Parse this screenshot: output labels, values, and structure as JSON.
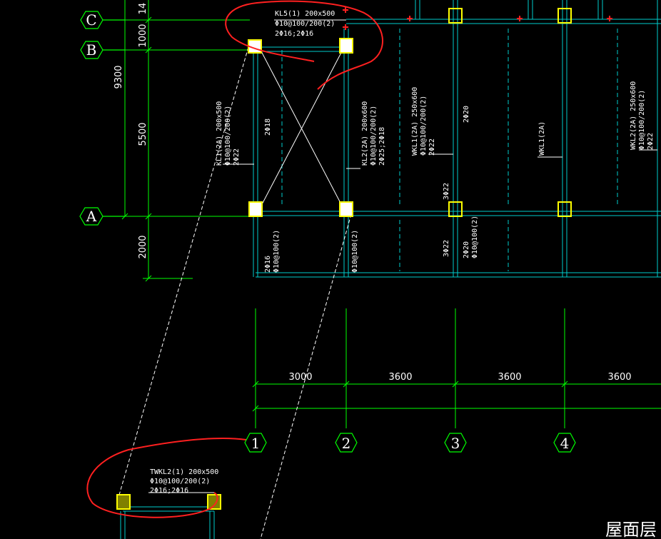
{
  "colors": {
    "background": "#000000",
    "grid": "#00ff00",
    "beam": "#00cccc",
    "column": "#ffff00",
    "column_fill_white": "#ffffff",
    "text": "#ffffff",
    "markup": "#ff2020",
    "rebar_mark": "#ff2020"
  },
  "axis_labels": {
    "row_c": "C",
    "row_b": "B",
    "row_a": "A",
    "col_1": "1",
    "col_2": "2",
    "col_3": "3",
    "col_4": "4"
  },
  "vertical_dimensions": {
    "top_partial": "14",
    "c_to_b": "1000",
    "overall": "9300",
    "b_to_a": "5500",
    "a_to_bottom": "2000"
  },
  "horizontal_dimensions": {
    "d_1_2": "3000",
    "d_2_3": "3600",
    "d_3_4": "3600",
    "d_4_5": "3600"
  },
  "beam_labels": {
    "kl5": {
      "line1": "KL5(1) 200x500",
      "line2": "Φ10@100/200(2)",
      "line3": "2Φ16;2Φ16"
    },
    "kl1": {
      "line1": "KL1(2A) 200x500",
      "line2": "Φ10@100/200(2)",
      "line3": "2Φ22"
    },
    "kl1_side": "2Φ18",
    "kl2": {
      "line1": "KL2(2A) 200x600",
      "line2": "Φ10@100/200(2)",
      "line3": "2Φ25;2Φ18"
    },
    "wkl1_a": {
      "line1": "WKL1(2A) 250x600",
      "line2": "Φ10@100/200(2)",
      "line3": "2Φ22"
    },
    "wkl1_b": "WKL1(2A)",
    "wkl2": {
      "line1": "WKL2(2A) 250x600",
      "line2": "Φ10@100/200(2)",
      "line3": "2Φ22"
    },
    "bar_2d20_top": "2Φ20",
    "bar_3d22_top": "3Φ22",
    "bar_3d22_bottom": "3Φ22",
    "bar_2d20_bottom": "2Φ20",
    "bar_2d20_bottom_stirrup": "Φ10@100(2)",
    "cant_1_bar": "2Φ16",
    "cant_1_stirrup": "Φ10@100(2)",
    "cant_2_stirrup": "Φ10@100(2)",
    "twkl2": {
      "line1": "TWKL2(1) 200x500",
      "line2": "Φ10@100/200(2)",
      "line3": "2Φ16;2Φ16"
    }
  },
  "drawing_title": "屋面层"
}
